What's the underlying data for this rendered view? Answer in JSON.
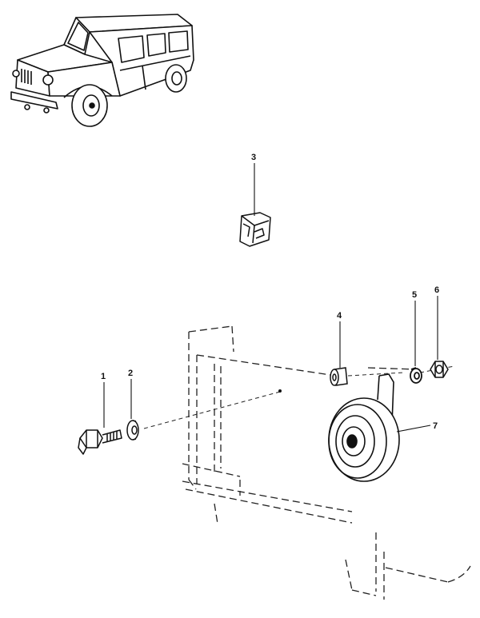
{
  "diagram": {
    "callouts": [
      {
        "id": "1",
        "label": "1"
      },
      {
        "id": "2",
        "label": "2"
      },
      {
        "id": "3",
        "label": "3"
      },
      {
        "id": "4",
        "label": "4"
      },
      {
        "id": "5",
        "label": "5"
      },
      {
        "id": "6",
        "label": "6"
      },
      {
        "id": "7",
        "label": "7"
      }
    ],
    "parts": [
      {
        "id": "1",
        "icon": "hex-bolt-icon"
      },
      {
        "id": "2",
        "icon": "washer-icon"
      },
      {
        "id": "3",
        "icon": "clip-icon"
      },
      {
        "id": "4",
        "icon": "spacer-bushing-icon"
      },
      {
        "id": "5",
        "icon": "spring-washer-icon"
      },
      {
        "id": "6",
        "icon": "hex-nut-icon"
      },
      {
        "id": "7",
        "icon": "horn-icon"
      }
    ],
    "vehicle_icon": "off-road-vehicle-icon",
    "colors": {
      "ink": "#111111",
      "paper": "#ffffff"
    }
  }
}
